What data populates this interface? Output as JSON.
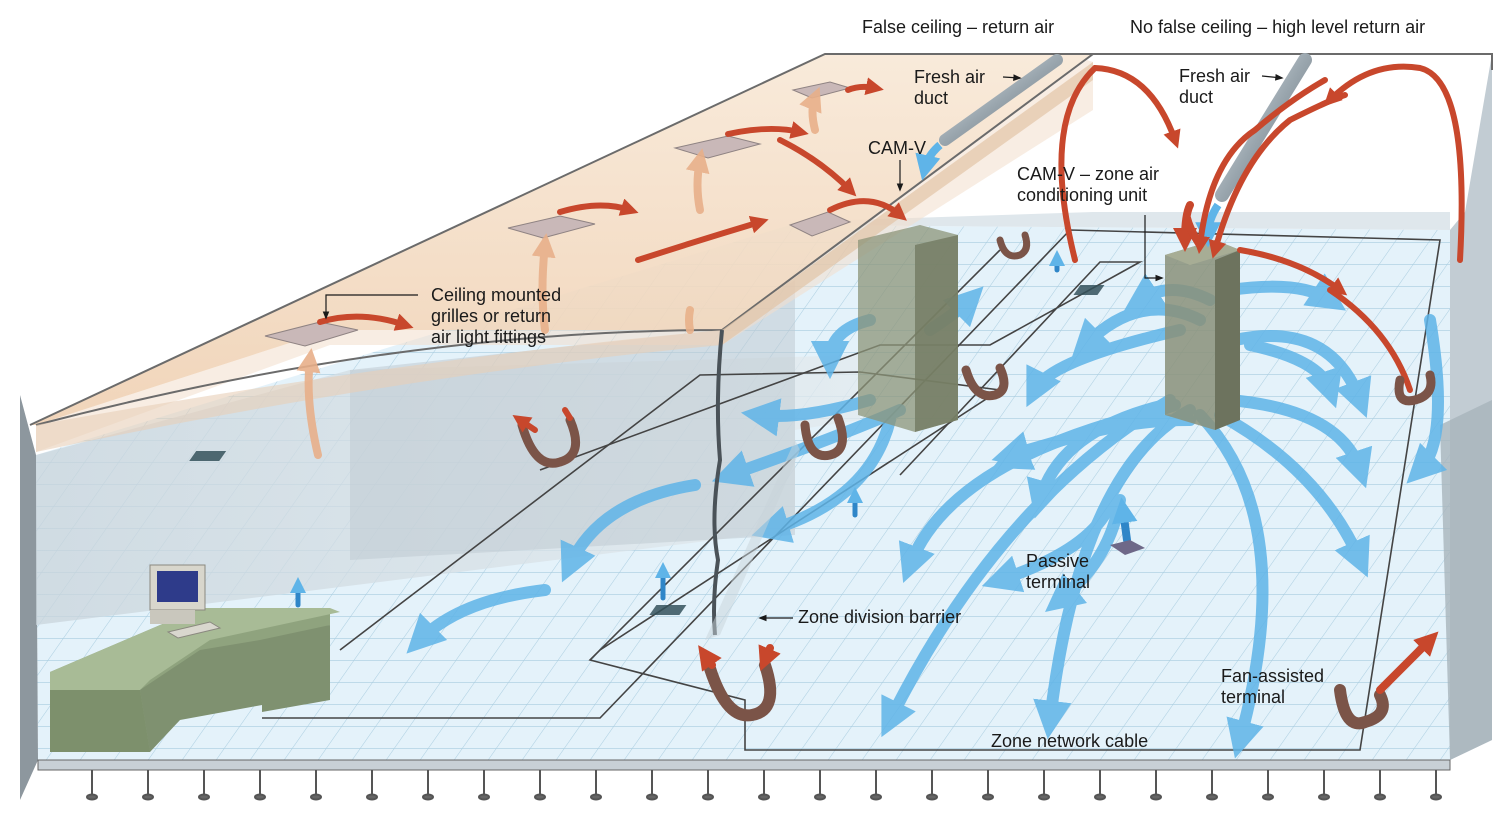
{
  "labels": {
    "false_ceiling": "False ceiling – return air",
    "no_false_ceiling": "No false ceiling – high level return air",
    "fresh_air_duct_left": [
      "Fresh air",
      "duct"
    ],
    "fresh_air_duct_right": [
      "Fresh air",
      "duct"
    ],
    "cam_v_left": "CAM-V",
    "cam_v_zone": [
      "CAM-V – zone air",
      "conditioning unit"
    ],
    "ceiling_grilles": [
      "Ceiling mounted",
      "grilles or return",
      "air light fittings"
    ],
    "passive_terminal": [
      "Passive",
      "terminal"
    ],
    "zone_division_barrier": "Zone division barrier",
    "fan_assisted_terminal": [
      "Fan-assisted",
      "terminal"
    ],
    "zone_network_cable": "Zone network cable"
  },
  "colors": {
    "supply_air": "#5fb4e8",
    "return_air": "#c8472c",
    "floor": "#e6f3fa",
    "grid": "#9ec6dc",
    "ceiling": "#f6e2cc",
    "wall": "#d3dde4",
    "unit": "#8c9478",
    "desk": "#8fa37e"
  }
}
